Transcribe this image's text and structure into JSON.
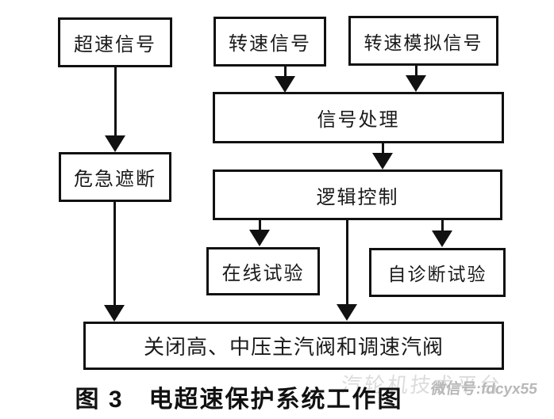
{
  "diagram": {
    "title_context": "electric-overspeed-protection-flowchart",
    "nodes": {
      "overspeed_signal": "超速信号",
      "speed_signal": "转速信号",
      "speed_analog_signal": "转速模拟信号",
      "signal_processing": "信号处理",
      "emergency_trip": "危急遮断",
      "logic_control": "逻辑控制",
      "online_test": "在线试验",
      "self_diagnosis_test": "自诊断试验",
      "close_valves": "关闭高、中压主汽阀和调速汽阀"
    },
    "edges": [
      {
        "from": "overspeed_signal",
        "to": "emergency_trip"
      },
      {
        "from": "emergency_trip",
        "to": "close_valves"
      },
      {
        "from": "speed_signal",
        "to": "signal_processing"
      },
      {
        "from": "speed_analog_signal",
        "to": "signal_processing"
      },
      {
        "from": "signal_processing",
        "to": "logic_control"
      },
      {
        "from": "logic_control",
        "to": "online_test"
      },
      {
        "from": "logic_control",
        "to": "self_diagnosis_test"
      },
      {
        "from": "logic_control",
        "to": "close_valves"
      }
    ],
    "caption": "图 3　电超速保护系统工作图",
    "watermark": "微信号:fdcyx55",
    "watermark_ghost": "汽轮机技术平台",
    "colors": {
      "line": "#111111",
      "background": "#ffffff",
      "text": "#1a1a1a",
      "watermark": "#b8b8b8"
    }
  }
}
